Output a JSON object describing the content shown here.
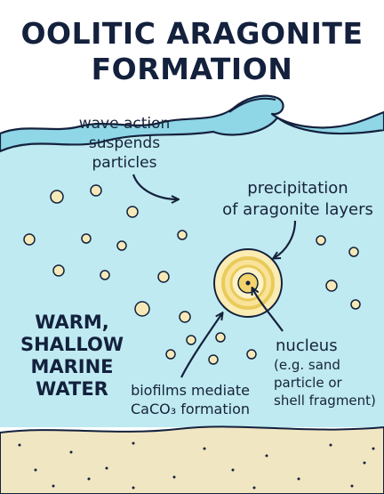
{
  "title": {
    "line1": "OOLITIC ARAGONITE",
    "line2": "FORMATION"
  },
  "labels": {
    "wave": [
      "wave action",
      "suspends",
      "particles"
    ],
    "precipitation": [
      "precipitation",
      "of aragonite layers"
    ],
    "environment": [
      "WARM,",
      "SHALLOW",
      "MARINE",
      "WATER"
    ],
    "nucleus_title": "nucleus",
    "nucleus_detail": [
      "(e.g. sand",
      "particle or",
      "shell fragment)"
    ],
    "biofilm": [
      "biofilms mediate",
      "CaCO₃ formation"
    ]
  },
  "colors": {
    "water": "#bfeaf1",
    "wave": "#8fd6e6",
    "sand": "#f1e6c2",
    "ooid_outer": "#fbecb4",
    "ooid_ring": "#e9cb5a",
    "particle": "#f6e9b8",
    "ink": "#14213d"
  }
}
